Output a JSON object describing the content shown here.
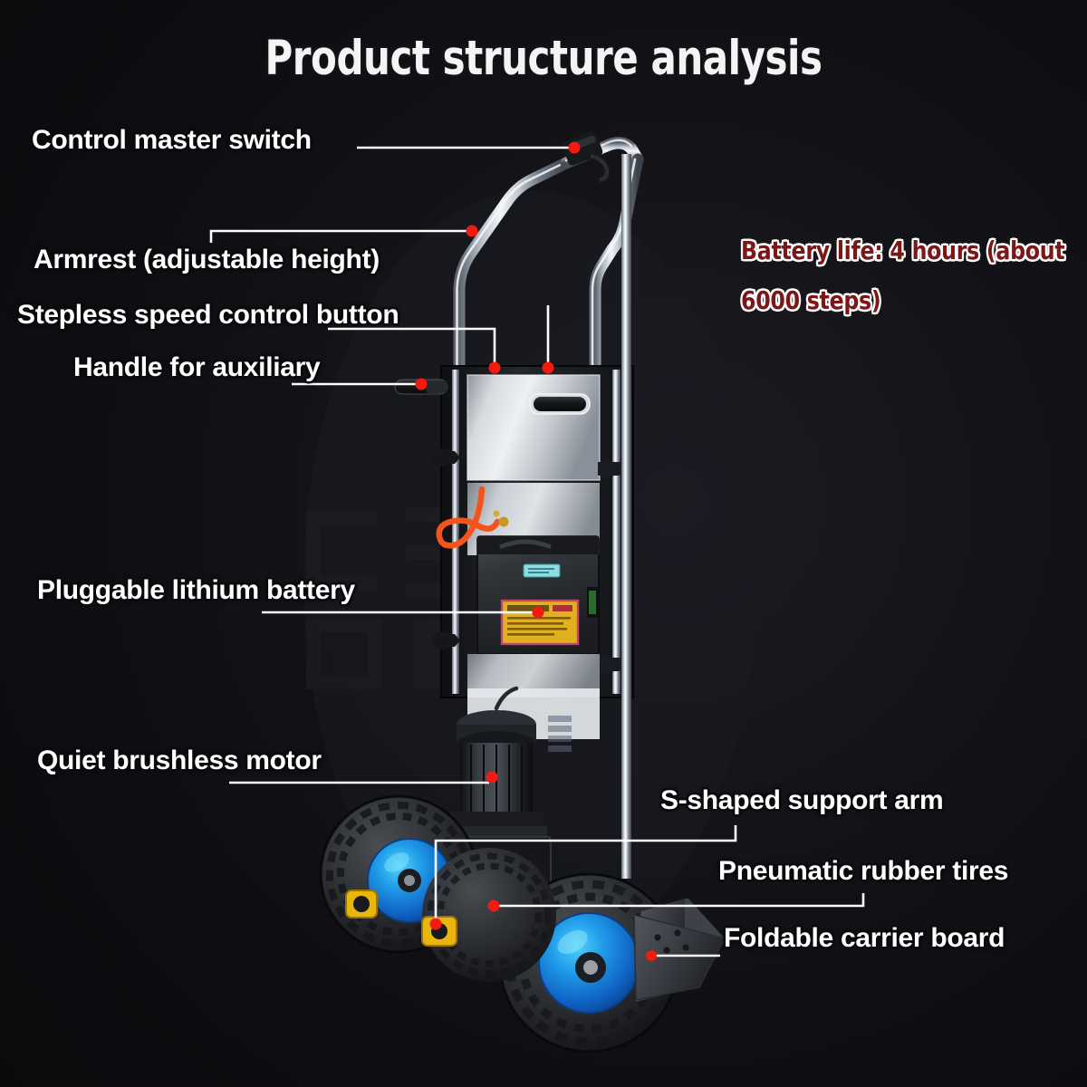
{
  "title": "Product structure analysis",
  "background_color": "#101015",
  "accent_colors": {
    "marker_red": "#f11b12",
    "leader_white": "#fdfdfd",
    "label_white": "#ffffff",
    "annotation_red": "#7d1616",
    "wheel_hub_blue": "#1476d6",
    "pivot_yellow": "#e8b60c",
    "cable_orange": "#f4531c",
    "warning_label_yellow": "#e0b020",
    "chrome": "#d8dce2"
  },
  "labels": [
    {
      "id": "control-master-switch",
      "text": "Control master switch"
    },
    {
      "id": "armrest",
      "text": "Armrest (adjustable height)"
    },
    {
      "id": "stepless-speed-control",
      "text": "Stepless speed control button"
    },
    {
      "id": "handle-for-auxiliary",
      "text": "Handle for auxiliary"
    },
    {
      "id": "pluggable-lithium-battery",
      "text": "Pluggable lithium battery"
    },
    {
      "id": "quiet-brushless-motor",
      "text": "Quiet brushless motor"
    },
    {
      "id": "s-shaped-support-arm",
      "text": "S-shaped support arm"
    },
    {
      "id": "pneumatic-rubber-tires",
      "text": "Pneumatic rubber tires"
    },
    {
      "id": "foldable-carrier-board",
      "text": "Foldable carrier board"
    }
  ],
  "annotation": {
    "line1": "Battery life: 4 hours (about",
    "line2": "6000 steps)"
  },
  "product": {
    "name": "electric stair-climbing hand truck",
    "parts": [
      "chrome handlebar frame",
      "control master switch on handlebar",
      "adjustable armrest",
      "stepless speed control button",
      "auxiliary handle grip",
      "stainless steel body panel",
      "orange charging cable",
      "pluggable lithium battery pack",
      "yellow warning label",
      "quiet brushless motor",
      "S-shaped support arm",
      "three pneumatic rubber tires with blue hubs",
      "yellow pivot joints",
      "foldable triangular carrier board"
    ]
  }
}
